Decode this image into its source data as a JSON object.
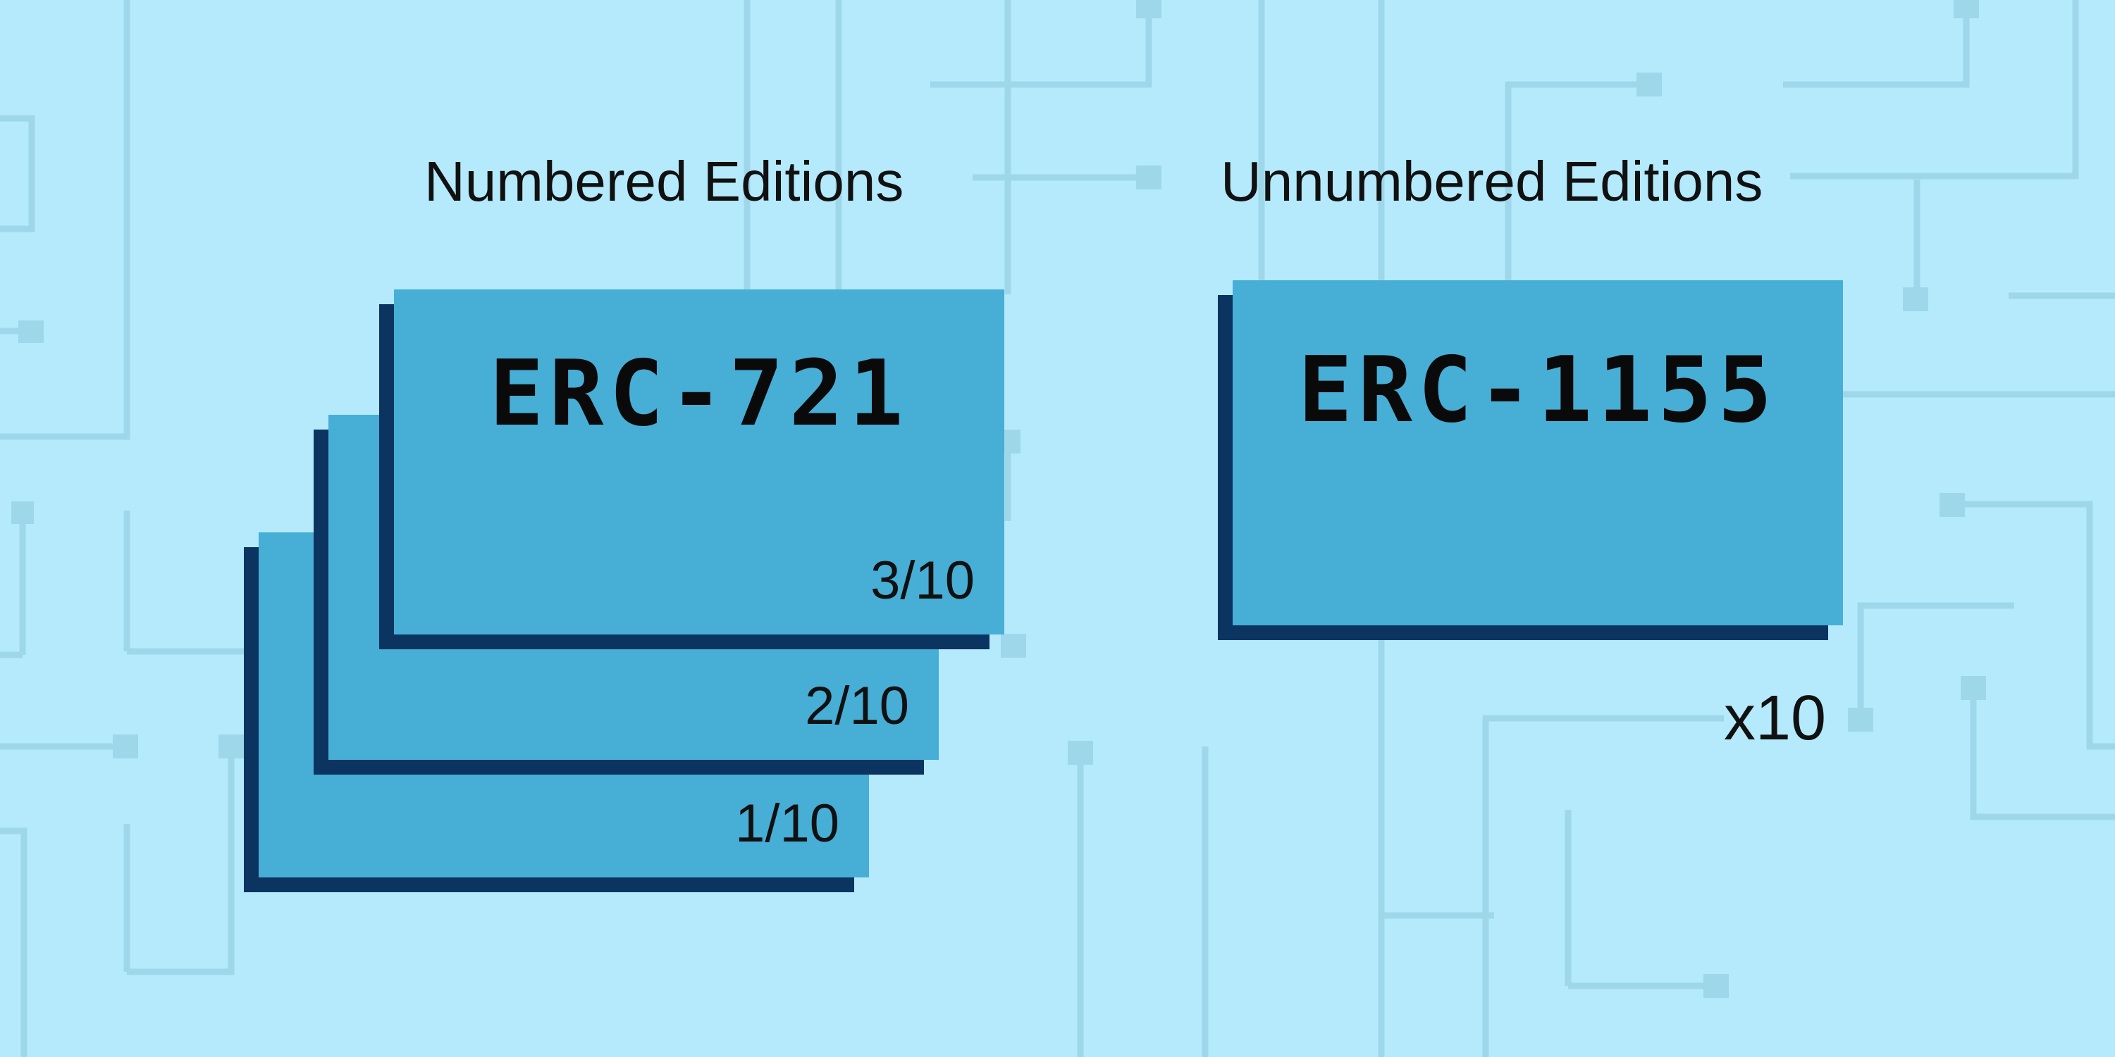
{
  "numbered": {
    "heading": "Numbered Editions",
    "standard": "ERC-721",
    "editions": [
      "1/10",
      "2/10",
      "3/10"
    ]
  },
  "unnumbered": {
    "heading": "Unnumbered Editions",
    "standard": "ERC-1155",
    "copies": "x10"
  },
  "colors": {
    "background": "#b4eafc",
    "circuit": "#9fd7ea",
    "card": "#47aed6",
    "card_shadow": "#0b3460",
    "text": "#111111"
  }
}
